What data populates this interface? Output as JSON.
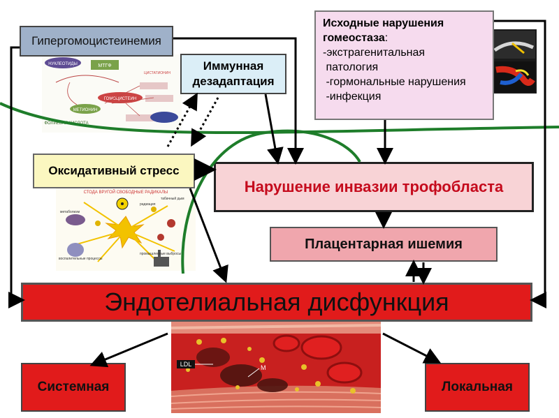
{
  "boxes": {
    "hyperhomocysteinemia": "Гипергомоцистеинемия",
    "immune_line1": "Иммунная",
    "immune_line2": "дезадаптация",
    "initial_title1": "Исходные нарушения",
    "initial_title2": "гомеостаза",
    "initial_title_suffix": ":",
    "initial_item1": "-экстрагенитальная",
    "initial_item2": " патология",
    "initial_item3": " -гормональные нарушения",
    "initial_item4": " -инфекция",
    "oxidative_stress": "Оксидативный стресс",
    "trophoblast_invasion": "Нарушение инвазии трофобласта",
    "placental_ischemia": "Плацентарная ишемия",
    "endothelial_dysfunction": "Эндотелиальная дисфункция",
    "systemic": "Системная",
    "local": "Локальная"
  },
  "illustrations": {
    "pathway_labels": [
      "НУКЛЕОТИДЫ",
      "МТГФ",
      "ГОМОЦИСТЕИН",
      "МЕТИОНИН",
      "ФОЛИЕВАЯ КИСЛОТА",
      "ЦИСТАТИОНИН"
    ],
    "radicals_title": "СТОДА ВРУГОЙ СВОБОДНЫЕ РАДИКАЛЫ",
    "radicals_labels": [
      "радиация",
      "табачный дым",
      "метаболизм",
      "воспалительные процессы",
      "промышленные выбросы"
    ],
    "vessel_labels": [
      "LDL",
      "M"
    ]
  },
  "colors": {
    "accent_red": "#e11b1b",
    "invasion_text": "#c50b1d",
    "green_curve": "#1e7d2a"
  }
}
